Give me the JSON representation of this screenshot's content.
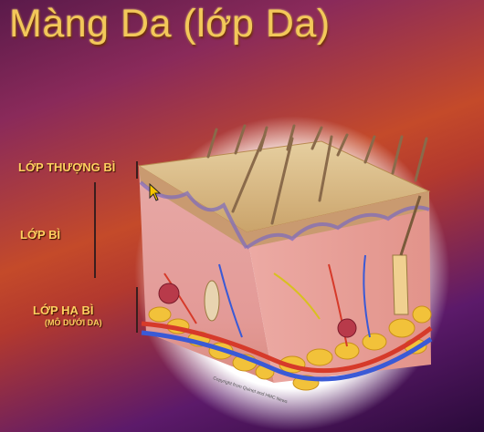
{
  "slide": {
    "title": "Màng Da (lớp Da)",
    "labels": {
      "epidermis": "LỚP THƯỢNG BÌ",
      "dermis": "LỚP BÌ",
      "hypodermis": "LỚP HẠ BÌ",
      "hypodermis_note": "(MÔ DƯỚI DA)"
    },
    "copyright": "Copyright from Quinet and HMC News",
    "colors": {
      "title": "#f3c85a",
      "labels": "#ffd060",
      "epidermis": "#d9b27a",
      "dermis": "#e9a7a0",
      "fat": "#f2c23a",
      "artery": "#d63a2a",
      "vein": "#3a5ad6"
    },
    "icons": [
      "mouse-cursor-icon",
      "skin-cross-section-illustration"
    ]
  }
}
